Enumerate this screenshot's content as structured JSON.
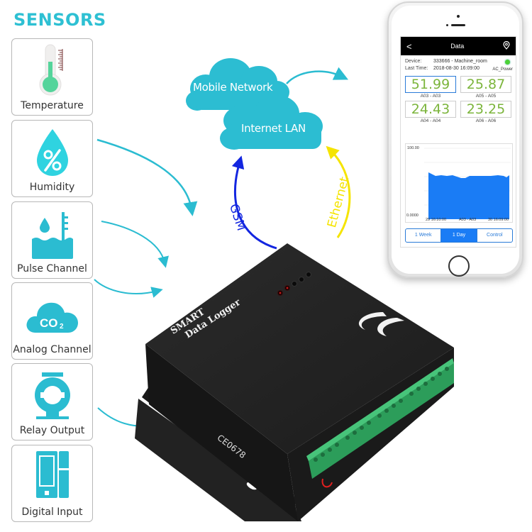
{
  "title": "SENSORS",
  "sensors": [
    {
      "label": "Temperature",
      "icon": "thermometer-icon"
    },
    {
      "label": "Humidity",
      "icon": "humidity-drop-icon"
    },
    {
      "label": "Pulse Channel",
      "icon": "water-level-icon"
    },
    {
      "label": "Analog Channel",
      "icon": "co2-cloud-icon"
    },
    {
      "label": "Relay Output",
      "icon": "relay-pump-icon"
    },
    {
      "label": "Digital Input",
      "icon": "digital-device-icon"
    }
  ],
  "network": {
    "cloud1": "Mobile Network",
    "cloud2": "Internet LAN",
    "link_gsm": "GSM",
    "link_ethernet": "Ethernet"
  },
  "device": {
    "line1": "SMART",
    "line2": "Data Logger",
    "leds": [
      "1",
      "2",
      "3",
      "4",
      "5"
    ],
    "cert": "CE0678"
  },
  "phone": {
    "app_bar": {
      "back": "<",
      "title": "Data",
      "icon": "location-pin-icon"
    },
    "device_label": "Device:",
    "device_value": "333666 - Machine_room",
    "time_label": "Last Time:",
    "time_value": "2018-08-30  16:09:00",
    "power_status": "AC_Power",
    "readings": [
      {
        "value": "51.99",
        "channel": "A03 - A03",
        "selected": true
      },
      {
        "value": "25.87",
        "channel": "A05 - A05",
        "selected": false
      },
      {
        "value": "24.43",
        "channel": "A04 - A04",
        "selected": false
      },
      {
        "value": "23.25",
        "channel": "A06 - A06",
        "selected": false
      }
    ],
    "chart": {
      "y_max": "100.00",
      "y_min": "0.0000",
      "x_start": "29 16:10:00",
      "x_mid": "A03 - A03",
      "x_end": "30 16:09:00"
    },
    "tabs": [
      {
        "label": "1 Week",
        "active": false
      },
      {
        "label": "1 Day",
        "active": true
      },
      {
        "label": "Control",
        "active": false
      }
    ]
  },
  "colors": {
    "accent": "#2ec0d3",
    "gsm": "#1326e0",
    "ethernet": "#f5e400",
    "reading_value": "#7cb53c",
    "chart_fill": "#1a7cf5"
  },
  "chart_data": {
    "type": "area",
    "title": "A03 - A03",
    "x": [
      "29 16:10:00",
      "30 16:09:00"
    ],
    "values": [
      52,
      51,
      51,
      50,
      50,
      51,
      50,
      49,
      49,
      51,
      51,
      51,
      52,
      52,
      52,
      51,
      52
    ],
    "ylim": [
      0,
      100
    ],
    "ytick_labels": [
      "0.0000",
      "100.00"
    ],
    "grid": true
  }
}
